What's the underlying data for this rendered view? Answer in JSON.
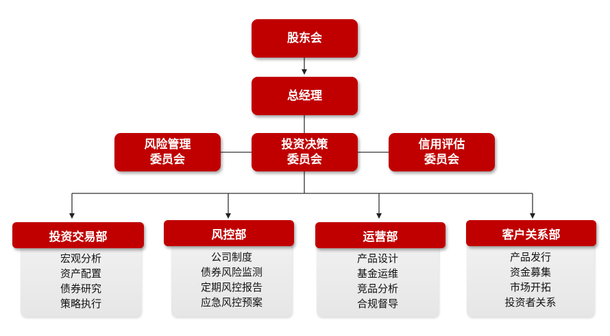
{
  "top": {
    "shareholders": "股东会",
    "general_manager": "总经理"
  },
  "committees": {
    "risk": [
      "风险管理",
      "委员会"
    ],
    "investment": [
      "投资决策",
      "委员会"
    ],
    "credit": [
      "信用评估",
      "委员会"
    ]
  },
  "departments": [
    {
      "title": "投资交易部",
      "items": [
        "宏观分析",
        "资产配置",
        "债券研究",
        "策略执行"
      ]
    },
    {
      "title": "风控部",
      "items": [
        "公司制度",
        "债券风险监测",
        "定期风控报告",
        "应急风控预案"
      ]
    },
    {
      "title": "运营部",
      "items": [
        "产品设计",
        "基金运维",
        "竞品分析",
        "合规督导"
      ]
    },
    {
      "title": "客户关系部",
      "items": [
        "产品发行",
        "资金募集",
        "市场开拓",
        "投资者关系"
      ]
    }
  ],
  "colors": {
    "accent": "#c00000",
    "body": "#eeeeee",
    "line": "#333333"
  }
}
